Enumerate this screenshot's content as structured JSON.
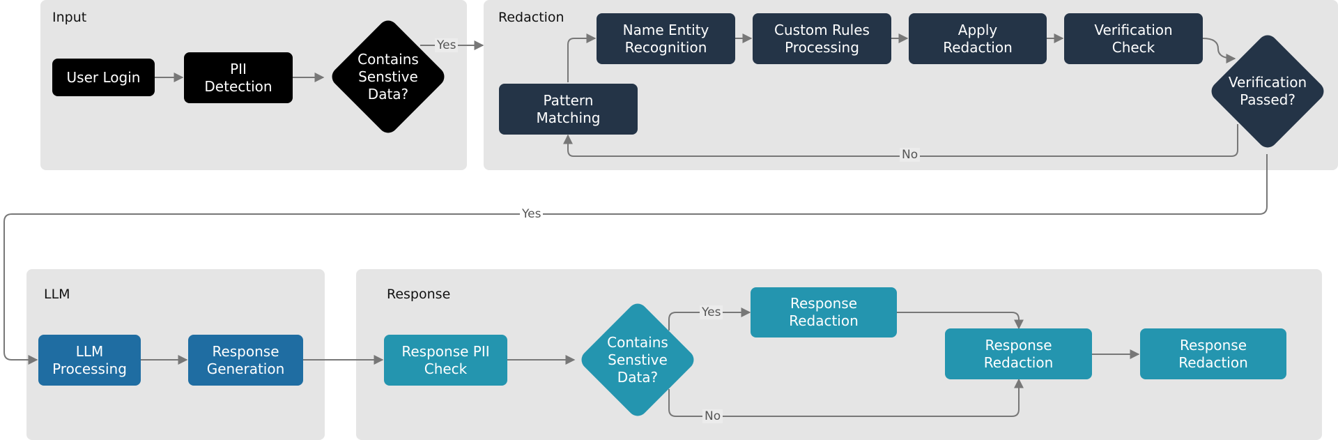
{
  "groups": {
    "input": "Input",
    "redaction": "Redaction",
    "llm": "LLM",
    "response": "Response"
  },
  "nodes": {
    "user_login": "User Login",
    "pii_detection": "PII\nDetection",
    "contains_sensitive_1": "Contains\nSenstive\nData?",
    "pattern_matching": "Pattern\nMatching",
    "name_entity": "Name Entity\nRecognition",
    "custom_rules": "Custom Rules\nProcessing",
    "apply_redaction": "Apply\nRedaction",
    "verification_check": "Verification\nCheck",
    "verification_passed": "Verification\nPassed?",
    "llm_processing": "LLM\nProcessing",
    "response_generation": "Response\nGeneration",
    "response_pii_check": "Response PII\nCheck",
    "contains_sensitive_2": "Contains\nSenstive\nData?",
    "response_redaction_1": "Response\nRedaction",
    "response_redaction_2": "Response\nRedaction",
    "response_redaction_3": "Response\nRedaction"
  },
  "edge_labels": {
    "yes_input": "Yes",
    "no_verification": "No",
    "yes_verification": "Yes",
    "yes_response": "Yes",
    "no_response": "No"
  },
  "colors": {
    "input_nodes": "#000000",
    "redaction_nodes": "#243447",
    "llm_nodes": "#1f6da2",
    "response_nodes": "#2495af",
    "group_background": "#e5e5e5",
    "edge": "#777777"
  }
}
